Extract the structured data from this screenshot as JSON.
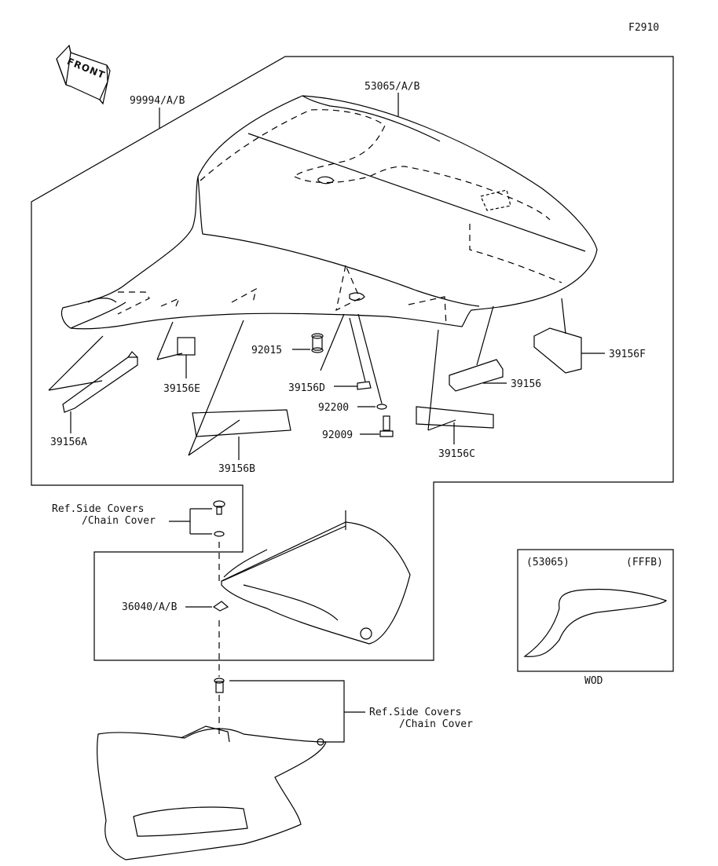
{
  "figure_code": "F2910",
  "front_label": "FRONT",
  "part_labels": {
    "p99994": "99994/A/B",
    "p53065": "53065/A/B",
    "p92015": "92015",
    "p39156E": "39156E",
    "p39156D": "39156D",
    "p92200": "92200",
    "p92009": "92009",
    "p39156F": "39156F",
    "p39156": "39156",
    "p39156A": "39156A",
    "p39156B": "39156B",
    "p39156C": "39156C",
    "p36040": "36040/A/B"
  },
  "references": {
    "upper": {
      "line1": "Ref.Side Covers",
      "line2": "/Chain Cover"
    },
    "lower": {
      "line1": "Ref.Side Covers",
      "line2": "/Chain Cover"
    }
  },
  "inset": {
    "part": "(53065)",
    "color_code": "(FFFB)",
    "caption": "WOD"
  }
}
